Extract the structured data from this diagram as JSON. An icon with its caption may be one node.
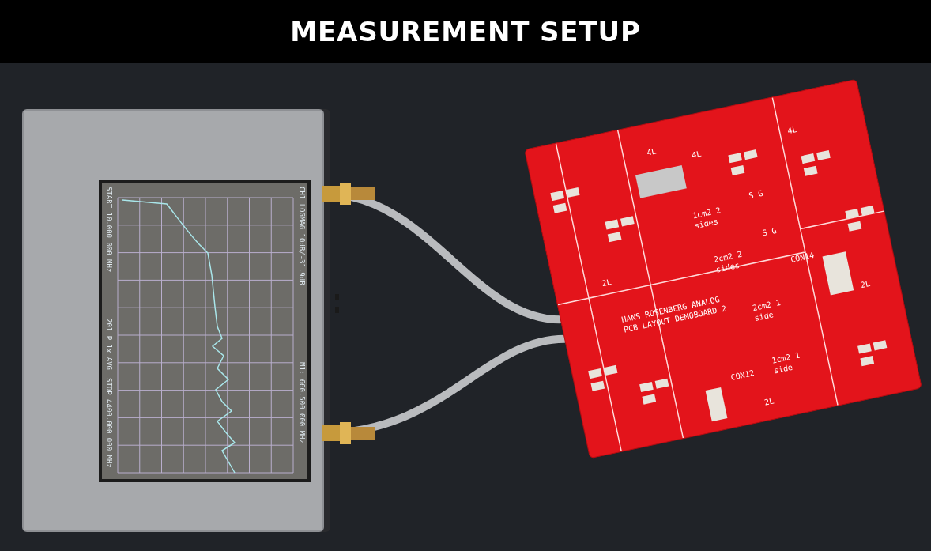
{
  "diagram": {
    "title": "MEASUREMENT SETUP",
    "nodes": [
      {
        "text": [],
        "shape": "box"
      },
      {
        "text": [],
        "shape": "box"
      }
    ],
    "edges": [
      {
        "from": 0,
        "to": 1,
        "arrow": "none"
      },
      {
        "from": 0,
        "to": 1,
        "arrow": "none"
      }
    ],
    "labels": [
      "CH1 LOGMAG 10dB/-31.9dB",
      "M1: 660.500 000 MHz",
      "START 10.000 000 MHz",
      "201 P 1x AVG",
      "STOP 4400.000 000 MHz",
      "4L",
      "4L",
      "4L",
      "1cm2 2 sides",
      "2cm2 2 sides",
      "S G",
      "S G",
      "CON14",
      "HANS ROSENBERG ANALOG PCB LAYOUT DEMOBOARD 2",
      "2cm2 1 side",
      "1cm2 1 side",
      "CON12",
      "2L",
      "2L",
      "2L"
    ]
  }
}
